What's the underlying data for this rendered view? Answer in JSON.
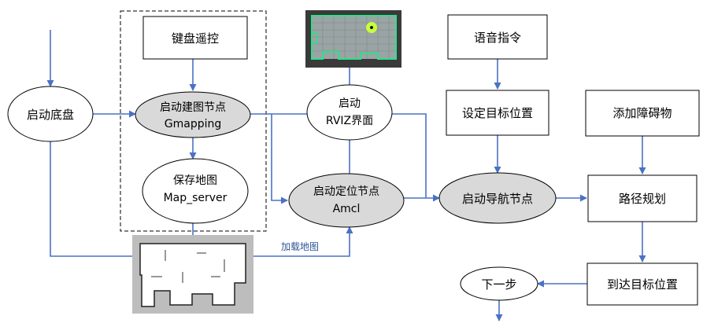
{
  "colors": {
    "arrow": "#4a72c4",
    "node_border": "#000000",
    "node_fill": "#ffffff",
    "node_fill_active": "#d9d9d9",
    "dashed_border": "#000000",
    "map_frame": "#bdbdbd",
    "edge_label": "#2f5597"
  },
  "nodes": {
    "start_chassis": "启动底盘",
    "keyboard_control": "键盘遥控",
    "mapping_node_line1": "启动建图节点",
    "mapping_node_line2": "Gmapping",
    "save_map_line1": "保存地图",
    "save_map_line2": "Map_server",
    "rviz_line1": "启动",
    "rviz_line2": "RVIZ界面",
    "localization_line1": "启动定位节点",
    "localization_line2": "Amcl",
    "voice_command": "语音指令",
    "set_goal": "设定目标位置",
    "nav_node": "启动导航节点",
    "add_obstacle": "添加障碍物",
    "path_planning": "路径规划",
    "reach_goal": "到达目标位置",
    "next_step": "下一步"
  },
  "edge_labels": {
    "load_map": "加载地图"
  }
}
